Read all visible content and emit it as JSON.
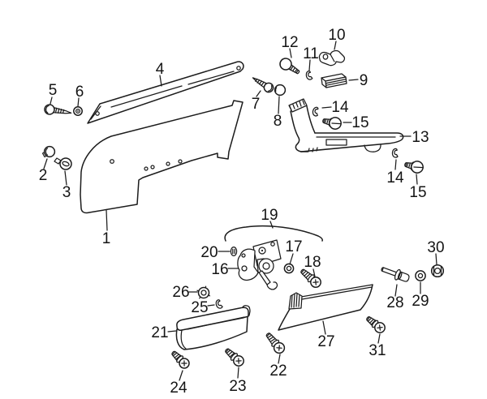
{
  "diagram": {
    "background_color": "#ffffff",
    "line_color": "#1c1c1c",
    "part_labels": {
      "p1": "1",
      "p2": "2",
      "p3": "3",
      "p4": "4",
      "p5": "5",
      "p6": "6",
      "p7": "7",
      "p8": "8",
      "p9": "9",
      "p10": "10",
      "p11": "11",
      "p12": "12",
      "p13": "13",
      "p14a": "14",
      "p14b": "14",
      "p15a": "15",
      "p15b": "15",
      "p16": "16",
      "p17": "17",
      "p18": "18",
      "p19": "19",
      "p20": "20",
      "p21": "21",
      "p22": "22",
      "p23": "23",
      "p24": "24",
      "p25": "25",
      "p26": "26",
      "p27": "27",
      "p28": "28",
      "p29": "29",
      "p30": "30",
      "p31": "31"
    }
  }
}
